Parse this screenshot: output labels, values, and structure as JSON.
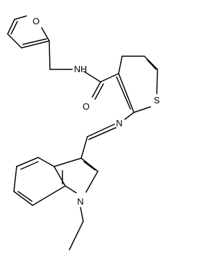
{
  "molecule": {
    "atoms": {
      "furan_oxygen": "O",
      "amide_nitrogen": "NH",
      "amide_oxygen": "O",
      "thiophene_sulfur": "S",
      "imine_nitrogen": "N",
      "indole_nitrogen": "N"
    }
  },
  "colors": {
    "bond": "#000000",
    "label": "#000000",
    "background": "#ffffff"
  }
}
